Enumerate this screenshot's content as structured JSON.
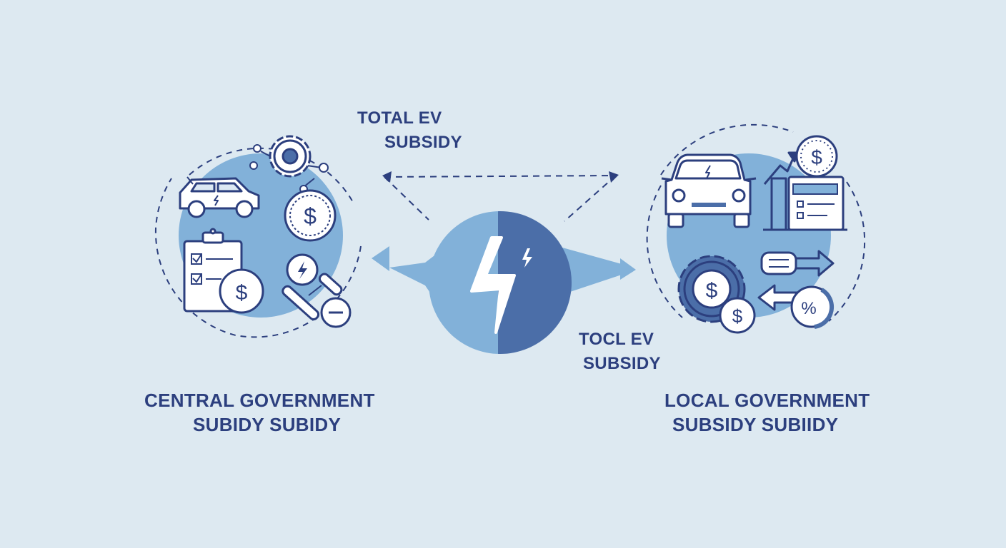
{
  "labels": {
    "total_line1": "TOTAL EV",
    "total_line2": "SUBSIDY",
    "tocl_line1": "TOCL EV",
    "tocl_line2": "SUBSIDY",
    "central_line1": "CENTRAL GOVERNMENT",
    "central_line2": "SUBIDY SUBIDY",
    "local_line1": "LOCAL GOVERNMENT",
    "local_line2": "SUBSIDY SUBIIDY"
  },
  "icons": {
    "center": "lightning-bolt-icon",
    "central": [
      "car-icon",
      "gear-icon",
      "dollar-coin-icon",
      "clipboard-checklist-icon",
      "lightning-coin-icon",
      "pliers-icon",
      "minus-coin-icon"
    ],
    "local": [
      "car-icon",
      "dollar-clock-icon",
      "growth-chart-icon",
      "document-icon",
      "arrow-right-icon",
      "arrow-left-icon",
      "gear-dollar-icon",
      "dollar-coin-icon",
      "percent-coin-icon"
    ]
  },
  "colors": {
    "background": "#dde9f1",
    "light_blue": "#82b1d9",
    "dark_blue": "#4b6ea8",
    "navy": "#2c3f7e"
  }
}
